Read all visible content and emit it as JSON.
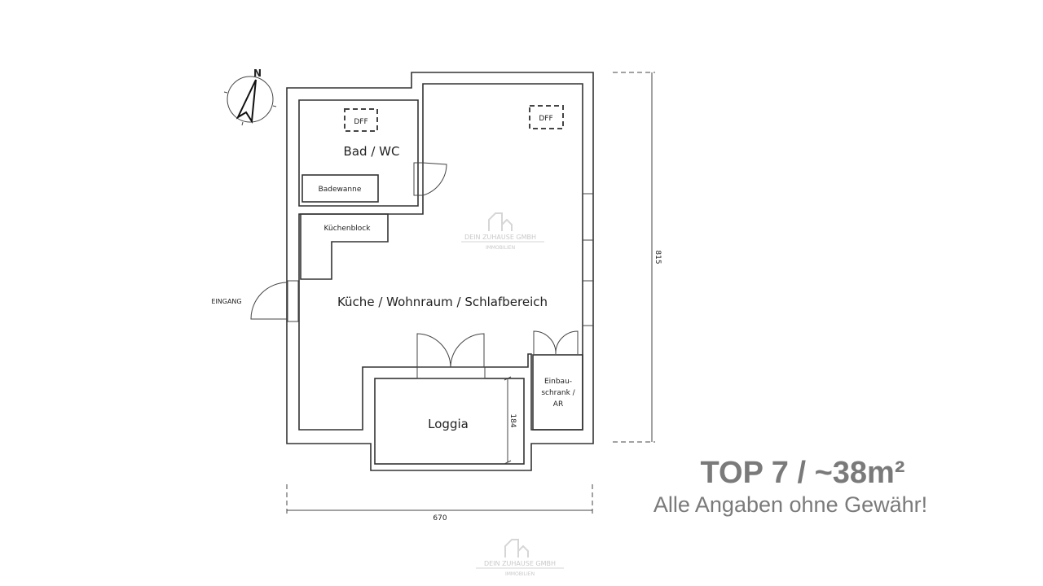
{
  "plan": {
    "rooms": {
      "bath": "Bad / WC",
      "main": "Küche / Wohnraum / Schlafbereich",
      "loggia": "Loggia",
      "closet_lines": [
        "Einbau-",
        "schrank /",
        "AR"
      ]
    },
    "fixtures": {
      "bathtub": "Badewanne",
      "kitchen": "Küchenblock",
      "skylight_1": "DFF",
      "skylight_2": "DFF"
    },
    "entrance": "EINGANG",
    "compass": "N",
    "dimensions": {
      "height": "815",
      "width": "670",
      "loggia_depth": "184"
    }
  },
  "watermark": {
    "company": "DEIN ZUHAUSE GMBH",
    "subtitle": "IMMOBILIEN"
  },
  "info": {
    "title": "TOP 7 / ~38m²",
    "disclaimer": "Alle Angaben ohne Gewähr!"
  }
}
